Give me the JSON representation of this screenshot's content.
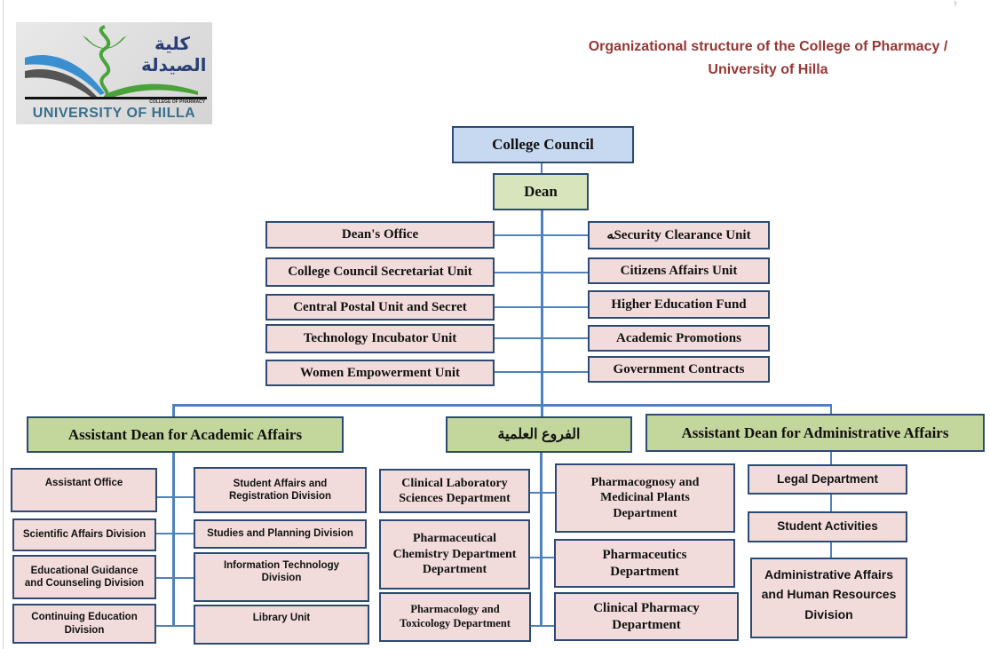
{
  "header": {
    "title_line1": "Organizational structure of the College of Pharmacy /",
    "title_line2": "University of Hilla",
    "title_color": "#953734"
  },
  "logo": {
    "arabic_line1": "كلية",
    "arabic_line2": "الصيدلة",
    "subtitle": "COLLEGE OF PHARMACY",
    "university": "UNIVERSITY OF HILLA",
    "icon": "caduceus-bowl-icon"
  },
  "colors": {
    "box_border": "#2c4a73",
    "connector": "#4f81bd",
    "council_fill": "#c6d9f0",
    "dean_fill": "#d7e4bc",
    "assistant_fill": "#c3d69b",
    "unit_fill": "#f2dcdb"
  },
  "top": {
    "council": "College Council",
    "dean": "Dean"
  },
  "dean_units_left": [
    "Dean's Office",
    "College Council Secretariat Unit",
    "Central Postal Unit and Secret",
    "Technology Incubator Unit",
    "Women Empowerment Unit"
  ],
  "dean_units_right": [
    "ﻪSecurity Clearance Unit",
    "Citizens Affairs Unit",
    "Higher Education Fund",
    "Academic Promotions",
    "Government Contracts"
  ],
  "branches": {
    "academic": {
      "title": "Assistant Dean for Academic Affairs",
      "left": [
        "Assistant Office",
        "Scientific Affairs Division",
        "Educational Guidance and Counseling Division",
        "Continuing Education Division"
      ],
      "right": [
        "Student Affairs and Registration Division",
        "Studies and Planning Division",
        "Information Technology Division",
        "Library Unit"
      ]
    },
    "scientific": {
      "title": "الفروع العلمية",
      "left": [
        "Clinical Laboratory Sciences Department",
        "Pharmaceutical Chemistry Department Department",
        "Pharmacology and Toxicology Department"
      ],
      "right": [
        "Pharmacognosy and Medicinal Plants Department",
        "Pharmaceutics Department",
        "Clinical Pharmacy Department"
      ]
    },
    "administrative": {
      "title": "Assistant Dean for Administrative Affairs",
      "items": [
        "Legal Department",
        "Student Activities",
        "Administrative Affairs and Human Resources Division"
      ]
    }
  }
}
